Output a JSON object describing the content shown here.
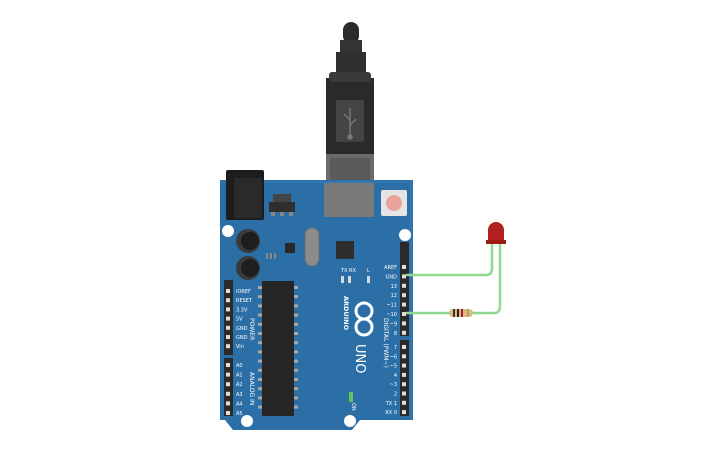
{
  "board": {
    "brand_text": "ARDUINO",
    "model_text": "UNO",
    "on_label": "ON",
    "tx_label": "TX",
    "rx_label": "RX",
    "l_label": "L",
    "power_header_label": "POWER",
    "analog_header_label": "ANALOG IN",
    "digital_header_label": "DIGITAL (PWM~)",
    "power_pins": [
      "IOREF",
      "RESET",
      "3.3V",
      "5V",
      "GND",
      "GND",
      "Vin"
    ],
    "analog_pins": [
      "A0",
      "A1",
      "A2",
      "A3",
      "A4",
      "A5"
    ],
    "digital_top_pins": [
      "AREF",
      "GND",
      "13",
      "12",
      "~11",
      "~10",
      "~9",
      "8"
    ],
    "digital_bottom_pins": [
      "7",
      "~6",
      "~5",
      "4",
      "~3",
      "2",
      "TX 1",
      "RX 0"
    ]
  },
  "components": {
    "usb_cable": "usb-cable",
    "led": "red-led",
    "resistor": "resistor",
    "wires_color": "#8fd98f"
  },
  "colors": {
    "board": "#2c6fa6",
    "board_dark": "#1f5a8a",
    "led": "#b3211f",
    "wire": "#8fd98f"
  }
}
